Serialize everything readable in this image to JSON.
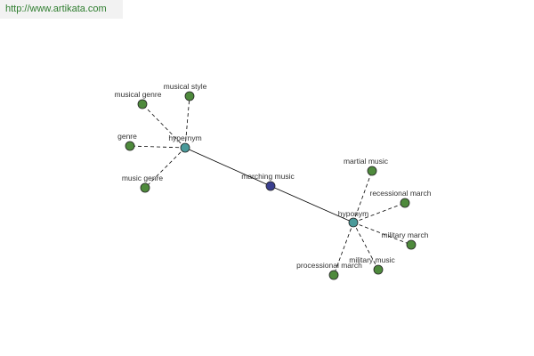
{
  "site": {
    "url": "http://www.artikata.com"
  },
  "graph": {
    "center": {
      "label": "marching music",
      "color": "#3a3f8f"
    },
    "hubs": [
      {
        "id": "hypernym",
        "label": "hypernym",
        "color": "#4a9a9a",
        "children": [
          "musical genre",
          "musical style",
          "genre",
          "music genre"
        ]
      },
      {
        "id": "hyponym",
        "label": "hyponym",
        "color": "#4a9a9a",
        "children": [
          "martial music",
          "recessional march",
          "military march",
          "military music",
          "processional march"
        ]
      }
    ],
    "leaf_color": "#4e8a3c",
    "edge_color": "#000000"
  }
}
